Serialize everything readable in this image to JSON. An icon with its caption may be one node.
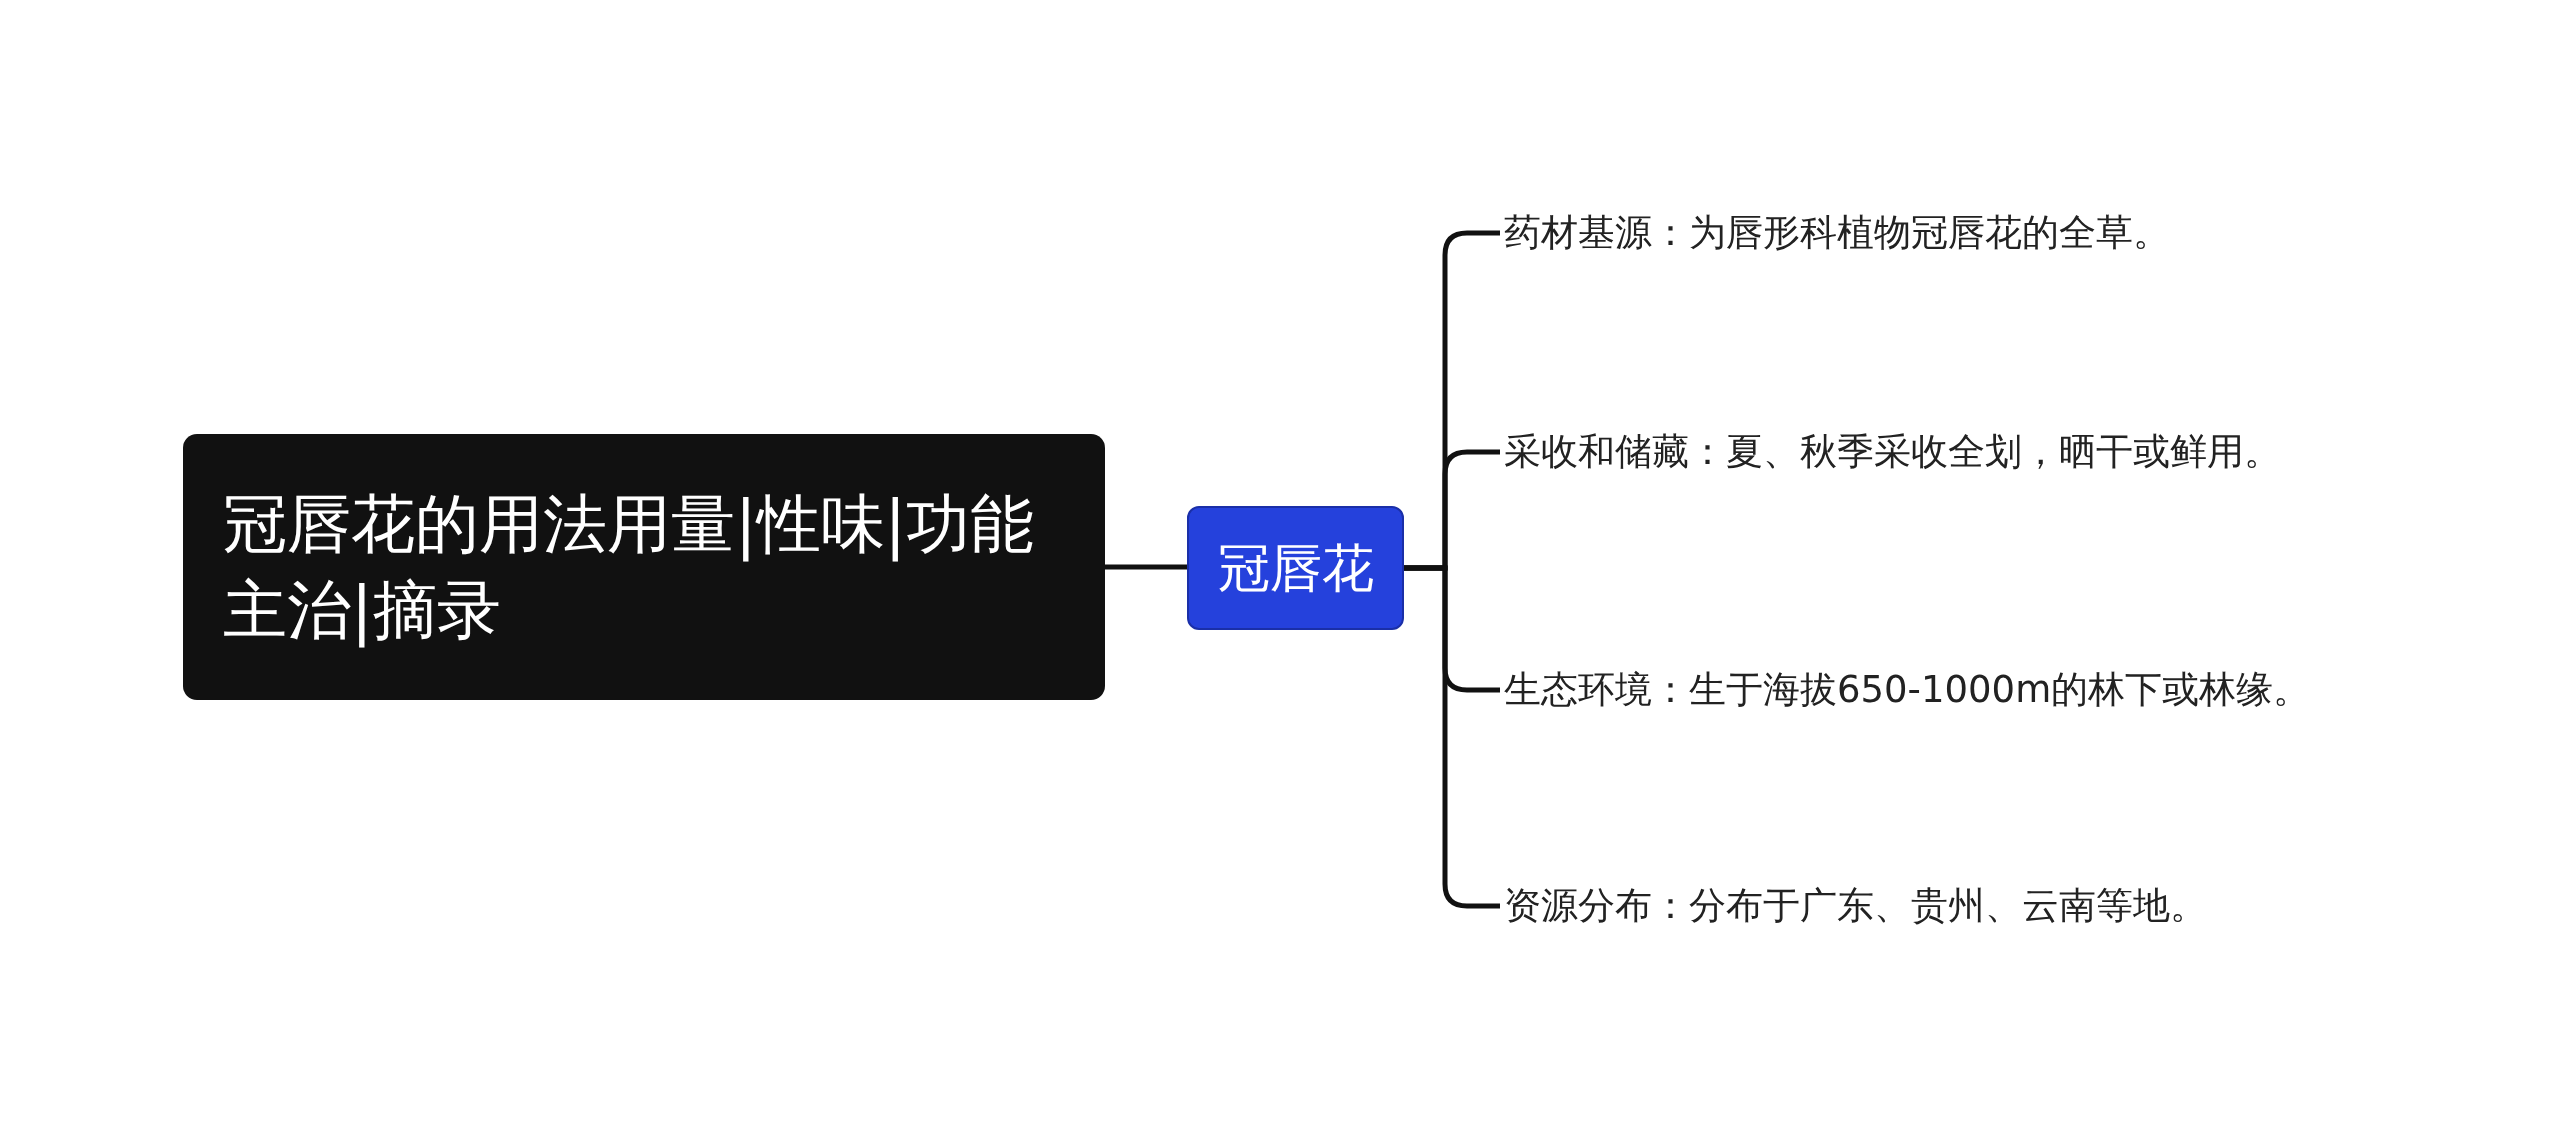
{
  "diagram": {
    "nodes": [
      {
        "text": [
          "冠唇花的用法用量|性味|功能主治|摘录"
        ]
      },
      {
        "text": [
          "冠唇花"
        ]
      },
      {
        "text": [
          "药材基源：为唇形科植物冠唇花的全草。"
        ]
      },
      {
        "text": [
          "采收和储藏：夏、秋季采收全划，晒干或鲜用。"
        ]
      },
      {
        "text": [
          "生态环境：生于海拔650-1000m的林下或林缘。"
        ]
      },
      {
        "text": [
          "资源分布：分布于广东、贵州、云南等地。"
        ]
      }
    ],
    "edges": [
      {
        "from": 0,
        "to": 1,
        "arrow": "none"
      },
      {
        "from": 1,
        "to": 2,
        "arrow": "none"
      },
      {
        "from": 1,
        "to": 3,
        "arrow": "none"
      },
      {
        "from": 1,
        "to": 4,
        "arrow": "none"
      },
      {
        "from": 1,
        "to": 5,
        "arrow": "none"
      }
    ]
  }
}
